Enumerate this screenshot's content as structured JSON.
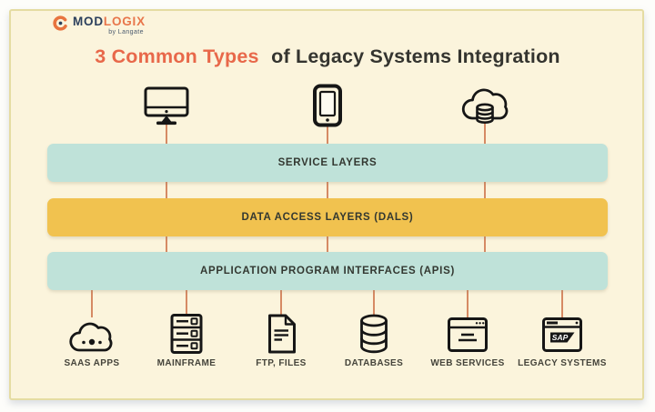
{
  "brand": {
    "name_primary": "MOD",
    "name_secondary": "LOGIX",
    "tagline": "by Langate"
  },
  "title": {
    "highlight": "3 Common Types",
    "rest": "of Legacy Systems Integration"
  },
  "client_icons": [
    {
      "icon": "desktop-monitor-icon"
    },
    {
      "icon": "smartphone-icon"
    },
    {
      "icon": "cloud-database-icon"
    }
  ],
  "layers": [
    {
      "label": "SERVICE LAYERS",
      "color": "#bfe2d9"
    },
    {
      "label": "DATA ACCESS LAYERS (DALS)",
      "color": "#f1c24f"
    },
    {
      "label": "APPLICATION PROGRAM INTERFACES (APIS)",
      "color": "#bfe2d9"
    }
  ],
  "systems": [
    {
      "label": "SAAS APPS",
      "icon": "cloud-icon"
    },
    {
      "label": "MAINFRAME",
      "icon": "server-icon"
    },
    {
      "label": "FTP, FILES",
      "icon": "document-icon"
    },
    {
      "label": "DATABASES",
      "icon": "database-icon"
    },
    {
      "label": "WEB SERVICES",
      "icon": "browser-window-icon"
    },
    {
      "label": "LEGACY SYSTEMS",
      "icon": "sap-window-icon",
      "badge": "SAP"
    }
  ],
  "colors": {
    "panel_bg": "#fbf4dc",
    "panel_border": "#e5dca2",
    "accent_orange": "#e8684a",
    "teal_layer": "#bfe2d9",
    "yellow_layer": "#f1c24f",
    "connector": "#d68a64",
    "icon_ink": "#161616",
    "label_text": "#45443b"
  }
}
